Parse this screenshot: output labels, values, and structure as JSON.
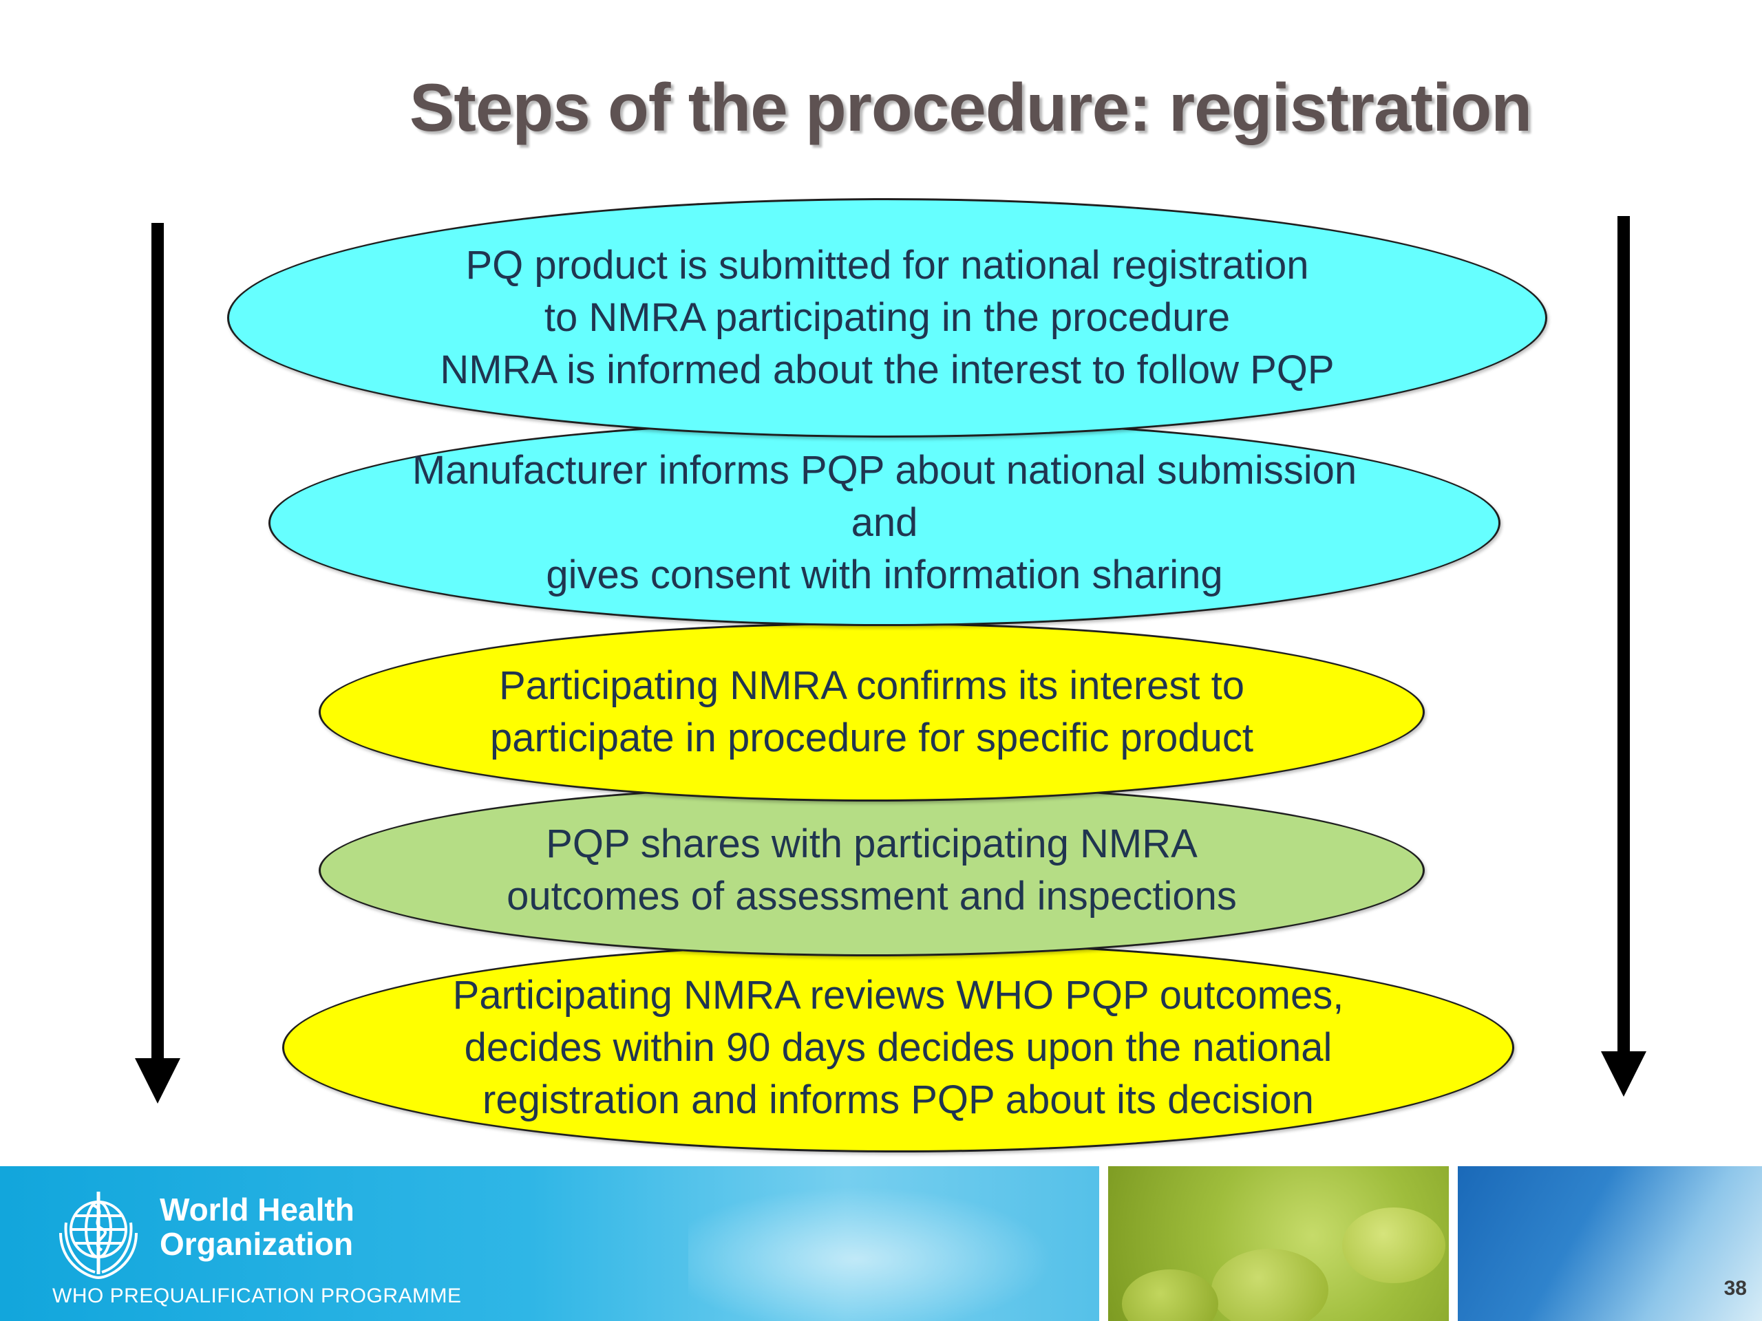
{
  "slide": {
    "title": "Steps of the procedure: registration",
    "page_number": "38"
  },
  "steps": [
    {
      "lines": [
        "PQ product is submitted for national registration",
        "to NMRA participating in the procedure",
        "NMRA is informed about the interest to follow PQP"
      ],
      "color": "#66ffff"
    },
    {
      "lines": [
        "Manufacturer informs PQP about national submission",
        "and",
        "gives consent with information sharing"
      ],
      "color": "#66ffff"
    },
    {
      "lines": [
        "Participating NMRA confirms its interest to",
        "participate in procedure for specific product"
      ],
      "color": "#ffff00"
    },
    {
      "lines": [
        "PQP shares with participating NMRA",
        "outcomes of assessment and inspections"
      ],
      "color": "#b5dd85"
    },
    {
      "lines": [
        "Participating NMRA reviews WHO PQP outcomes,",
        "decides within 90 days decides upon the national",
        "registration and informs PQP about its decision"
      ],
      "color": "#ffff00"
    }
  ],
  "footer": {
    "org_name_line1": "World Health",
    "org_name_line2": "Organization",
    "programme": "WHO PREQUALIFICATION PROGRAMME",
    "logo_icon": "who-emblem-icon"
  },
  "colors": {
    "arrow": "#000000",
    "text": "#203550",
    "title": "#5e5252",
    "footer_blue": "#2fb6e6"
  }
}
